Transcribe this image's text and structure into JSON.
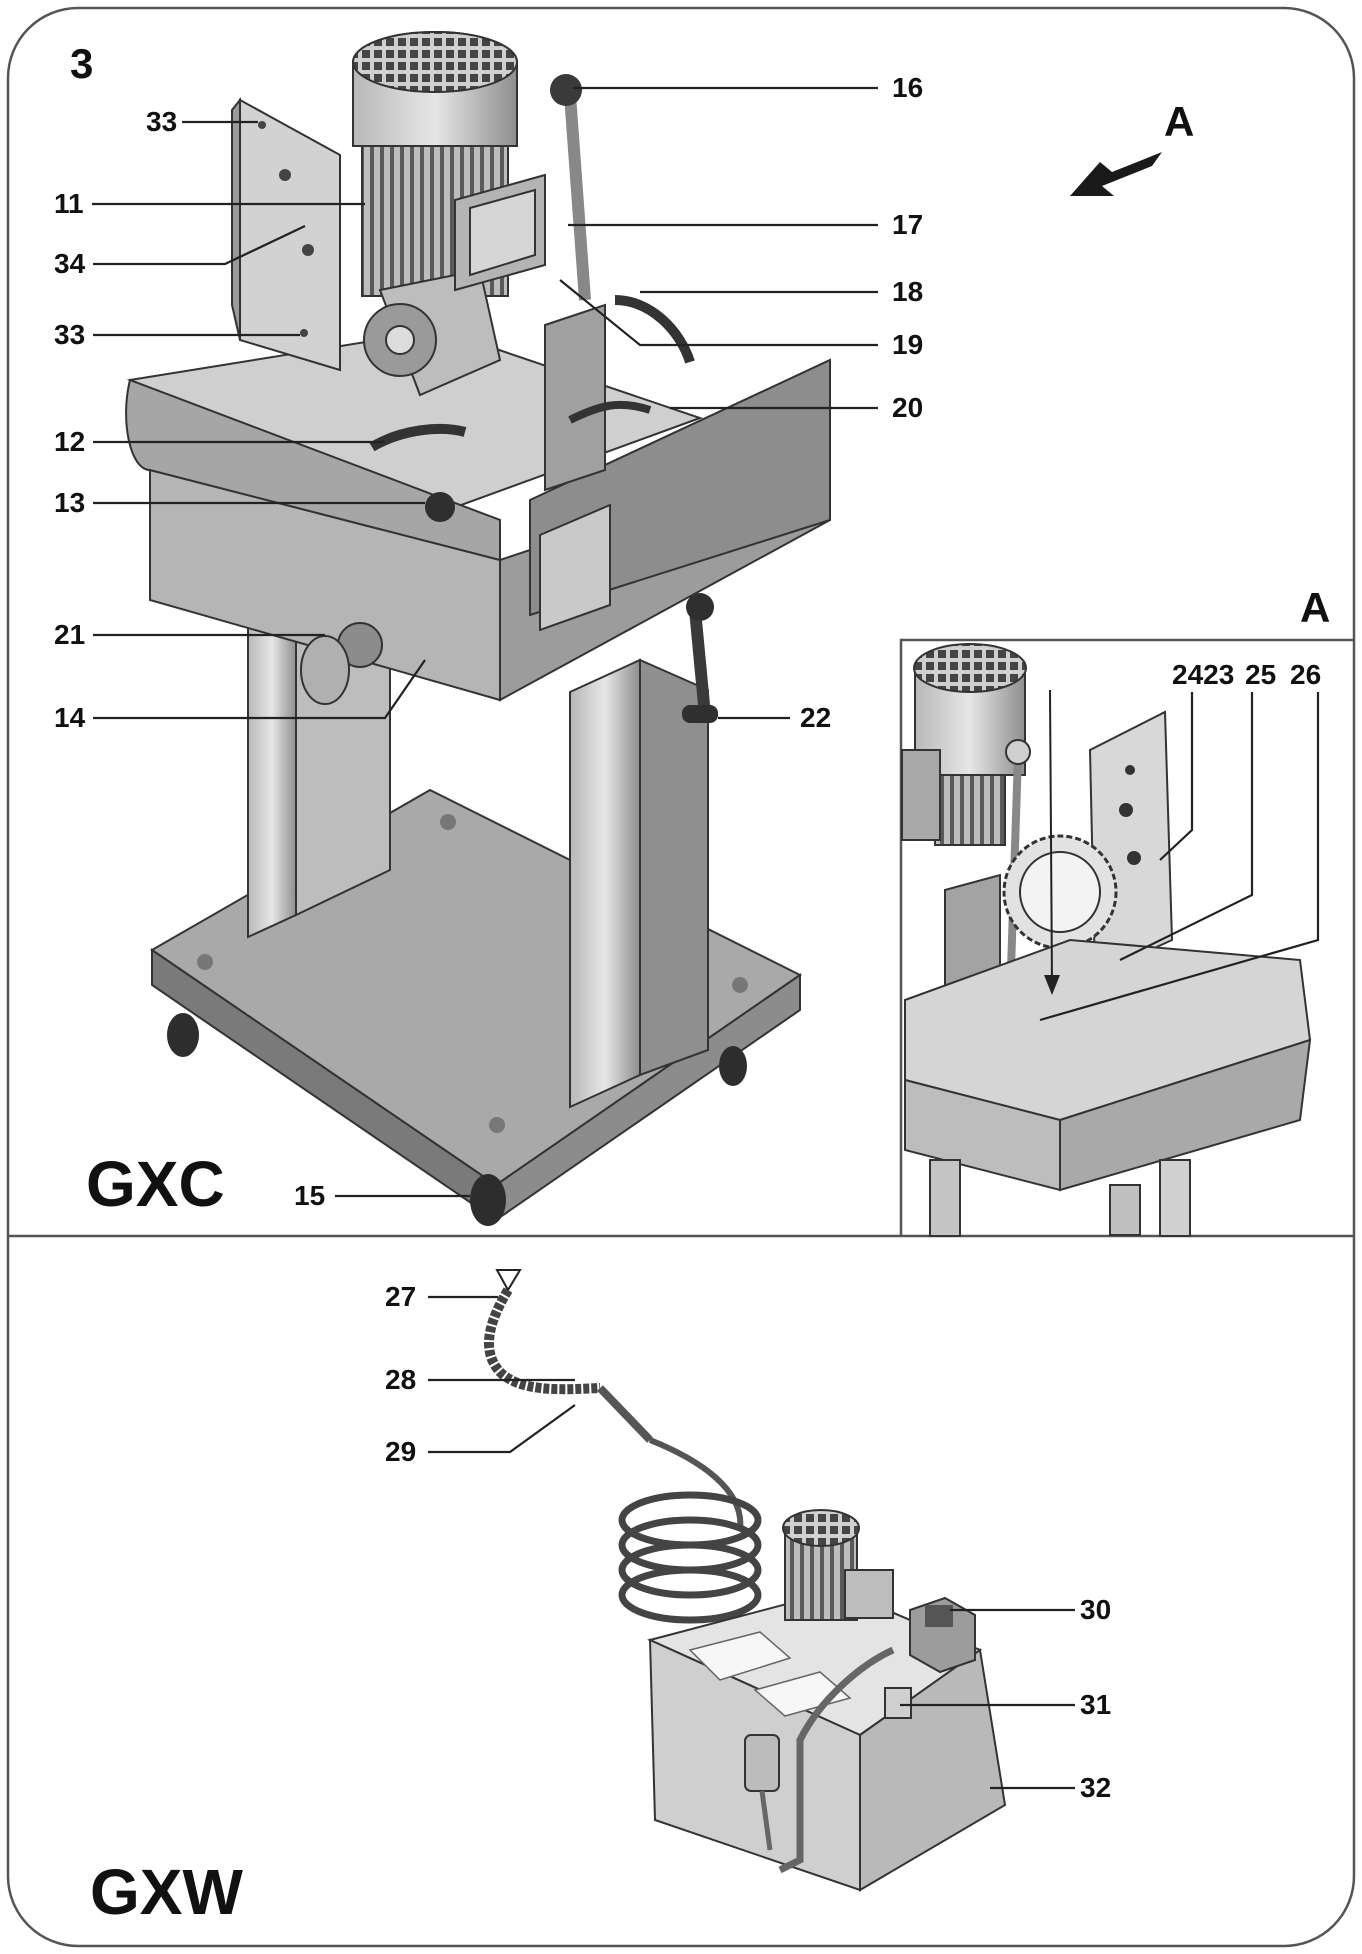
{
  "figure_number": "3",
  "view_arrow_label": "A",
  "detail_label": "A",
  "machines": {
    "top": "GXC",
    "bottom": "GXW"
  },
  "callouts": {
    "c11": "11",
    "c12": "12",
    "c13": "13",
    "c14": "14",
    "c15": "15",
    "c16": "16",
    "c17": "17",
    "c18": "18",
    "c19": "19",
    "c20": "20",
    "c21": "21",
    "c22": "22",
    "c33a": "33",
    "c34": "34",
    "c33b": "33",
    "c2423": "2423",
    "c25": "25",
    "c26": "26",
    "c27": "27",
    "c28": "28",
    "c29": "29",
    "c30": "30",
    "c31": "31",
    "c32": "32"
  },
  "icons": [
    "view-direction-arrow-icon"
  ]
}
